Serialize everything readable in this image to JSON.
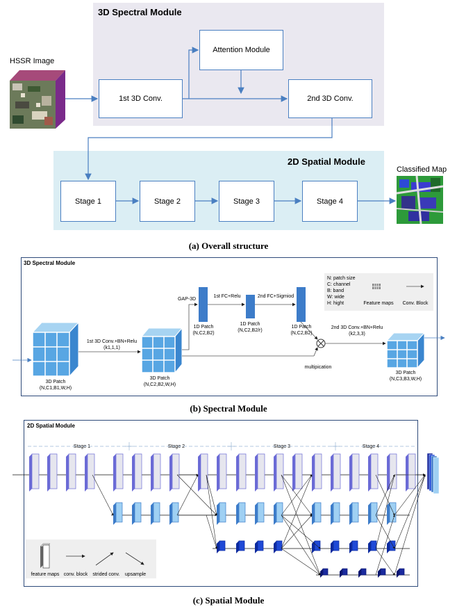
{
  "a": {
    "title_spectral": "3D Spectral Module",
    "title_spatial": "2D Spatial Module",
    "input_label": "HSSR Image",
    "output_label": "Classified Map",
    "conv1": "1st 3D Conv.",
    "attention": "Attention Module",
    "conv2": "2nd 3D Conv.",
    "stages": [
      "Stage 1",
      "Stage 2",
      "Stage 3",
      "Stage 4"
    ],
    "caption": "(a) Overall structure"
  },
  "b": {
    "title": "3D Spectral Module",
    "patch_in": [
      "3D Patch",
      "(N,C1,B1,W,H)"
    ],
    "conv1": [
      "1st 3D Conv.+BN+Relu",
      "(k1,1,1)"
    ],
    "patch_mid": [
      "3D Patch",
      "(N,C2,B2,W,H)"
    ],
    "gap": "GAP-3D",
    "fc1": "1st FC+Relu",
    "fc2": "2nd  FC+Sigmiod",
    "p1": [
      "1D Patch",
      "(N,C2,B2)"
    ],
    "p2": [
      "1D Patch",
      "(N,C2,B2/r)"
    ],
    "p3": [
      "1D Patch",
      "(N,C2,B2)"
    ],
    "conv2": [
      "2nd 3D Conv.+BN+Relu",
      "(k2,3,3)"
    ],
    "mult": "multipication",
    "patch_out": [
      "3D Patch",
      "(N,C3,B3,W,H)"
    ],
    "legend": [
      "N: patch size",
      "C: channel",
      "B: band",
      "W: wide",
      "H: hight"
    ],
    "legend_fm": "Feature maps",
    "legend_cb": "Conv. Block",
    "caption": "(b) Spectral Module"
  },
  "c": {
    "title": "2D Spatial Module",
    "stages": [
      "Stage 1",
      "Stage 2",
      "Stage 3",
      "Stage 4"
    ],
    "legend": [
      "feature maps",
      "conv. block",
      "strided conv.",
      "upsample"
    ],
    "caption": "(c) Spatial Module"
  },
  "colors": {
    "box_border": "#4a7fc1",
    "arrow": "#4a7fc1",
    "panel_spectral": "#eae8f0",
    "panel_spatial": "#dbeef4",
    "blue_bar": "#3d7cc9",
    "light_blue": "#9fd0f3",
    "dark_blue": "#1f49d6",
    "navy": "#1a2a9e"
  }
}
